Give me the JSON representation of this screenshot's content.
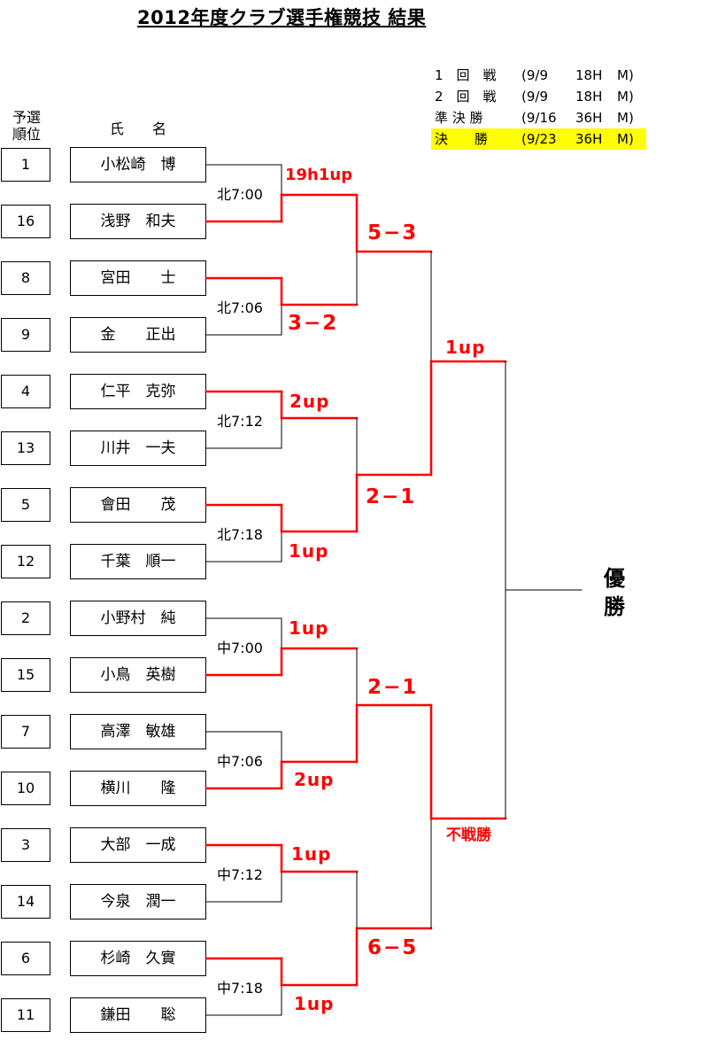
{
  "title": "2012年度クラブ選手権競技  結果",
  "schedule": [
    {
      "round": "1　回　戦",
      "date": "(9/9",
      "holes": "18H",
      "m": "M)",
      "highlight": false
    },
    {
      "round": "2　回　戦",
      "date": "(9/9",
      "holes": "18H",
      "m": "M)",
      "highlight": false
    },
    {
      "round": "準 決 勝",
      "date": "(9/16",
      "holes": "36H",
      "m": "M)",
      "highlight": false
    },
    {
      "round": "決　　勝",
      "date": "(9/23",
      "holes": "36H",
      "m": "M)",
      "highlight": true
    }
  ],
  "headers": {
    "rank": "予選\n順位",
    "name": "氏　　名"
  },
  "players": [
    {
      "rank": "1",
      "name": "小松崎　博"
    },
    {
      "rank": "16",
      "name": "浅野　和夫"
    },
    {
      "rank": "8",
      "name": "宮田　　士"
    },
    {
      "rank": "9",
      "name": "金　　正出"
    },
    {
      "rank": "4",
      "name": "仁平　克弥"
    },
    {
      "rank": "13",
      "name": "川井　一夫"
    },
    {
      "rank": "5",
      "name": "會田　　茂"
    },
    {
      "rank": "12",
      "name": "千葉　順一"
    },
    {
      "rank": "2",
      "name": "小野村　純"
    },
    {
      "rank": "15",
      "name": "小鳥　英樹"
    },
    {
      "rank": "7",
      "name": "高澤　敏雄"
    },
    {
      "rank": "10",
      "name": "横川　　隆"
    },
    {
      "rank": "3",
      "name": "大部　一成"
    },
    {
      "rank": "14",
      "name": "今泉　潤一"
    },
    {
      "rank": "6",
      "name": "杉崎　久實"
    },
    {
      "rank": "11",
      "name": "鎌田　　聡"
    }
  ],
  "tee_times": [
    "北7:00",
    "北7:06",
    "北7:12",
    "北7:18",
    "中7:00",
    "中7:06",
    "中7:12",
    "中7:18"
  ],
  "results": {
    "r1": [
      "19h1up",
      "3−2",
      "2up",
      "1up",
      "1up",
      "2up",
      "1up",
      "1up"
    ],
    "r2": [
      "5−3",
      "2−1",
      "2−1",
      "6−5"
    ],
    "sf": [
      "1up",
      "不戦勝"
    ]
  },
  "winner_label": "優\n勝",
  "colors": {
    "win_line": "#ff0000",
    "lose_line": "#000000",
    "highlight": "#ffff00"
  }
}
